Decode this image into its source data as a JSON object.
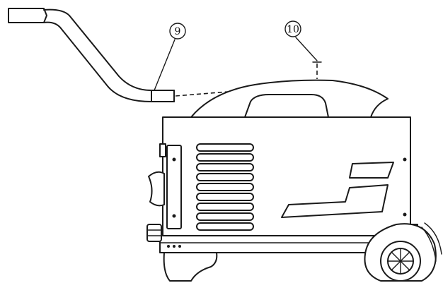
{
  "figure": {
    "callouts": [
      {
        "id": "9",
        "label": "9",
        "target": "handle"
      },
      {
        "id": "10",
        "label": "10",
        "target": "screw"
      }
    ]
  }
}
